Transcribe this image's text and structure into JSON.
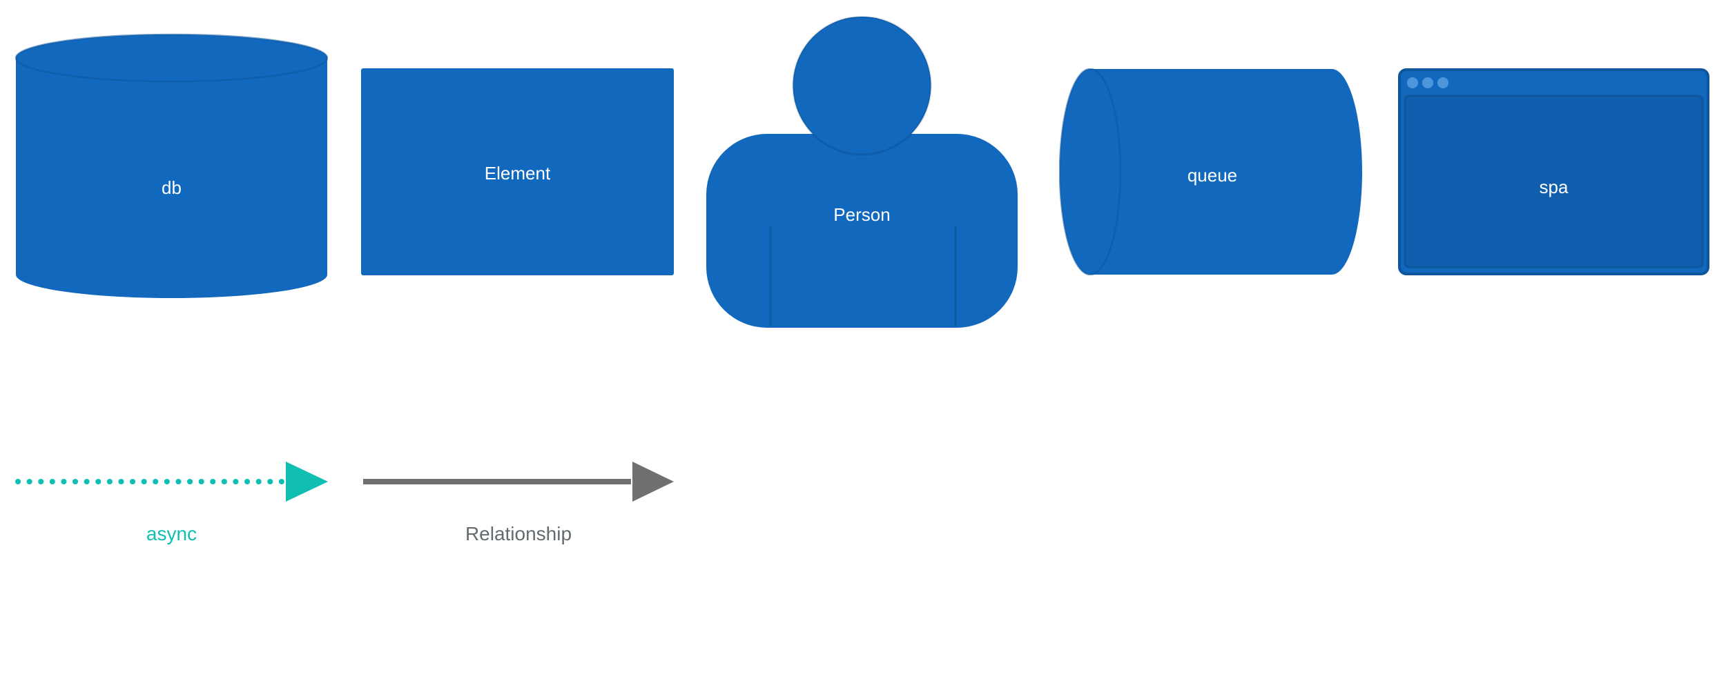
{
  "key": {
    "shapes": [
      {
        "label": "db",
        "shape": "cylinder"
      },
      {
        "label": "Element",
        "shape": "box"
      },
      {
        "label": "Person",
        "shape": "person"
      },
      {
        "label": "queue",
        "shape": "pipe"
      },
      {
        "label": "spa",
        "shape": "web-browser"
      }
    ],
    "relationships": [
      {
        "label": "async",
        "style": "dotted",
        "color": "#10bfb2"
      },
      {
        "label": "Relationship",
        "style": "solid",
        "color": "#707070"
      }
    ],
    "colors": {
      "shape_fill": "#1168bd",
      "shape_detail": "#0d559c",
      "shape_text": "#ffffff",
      "async_accent": "#10bfb2",
      "relationship_gray": "#707070",
      "background": "#ffffff"
    }
  }
}
